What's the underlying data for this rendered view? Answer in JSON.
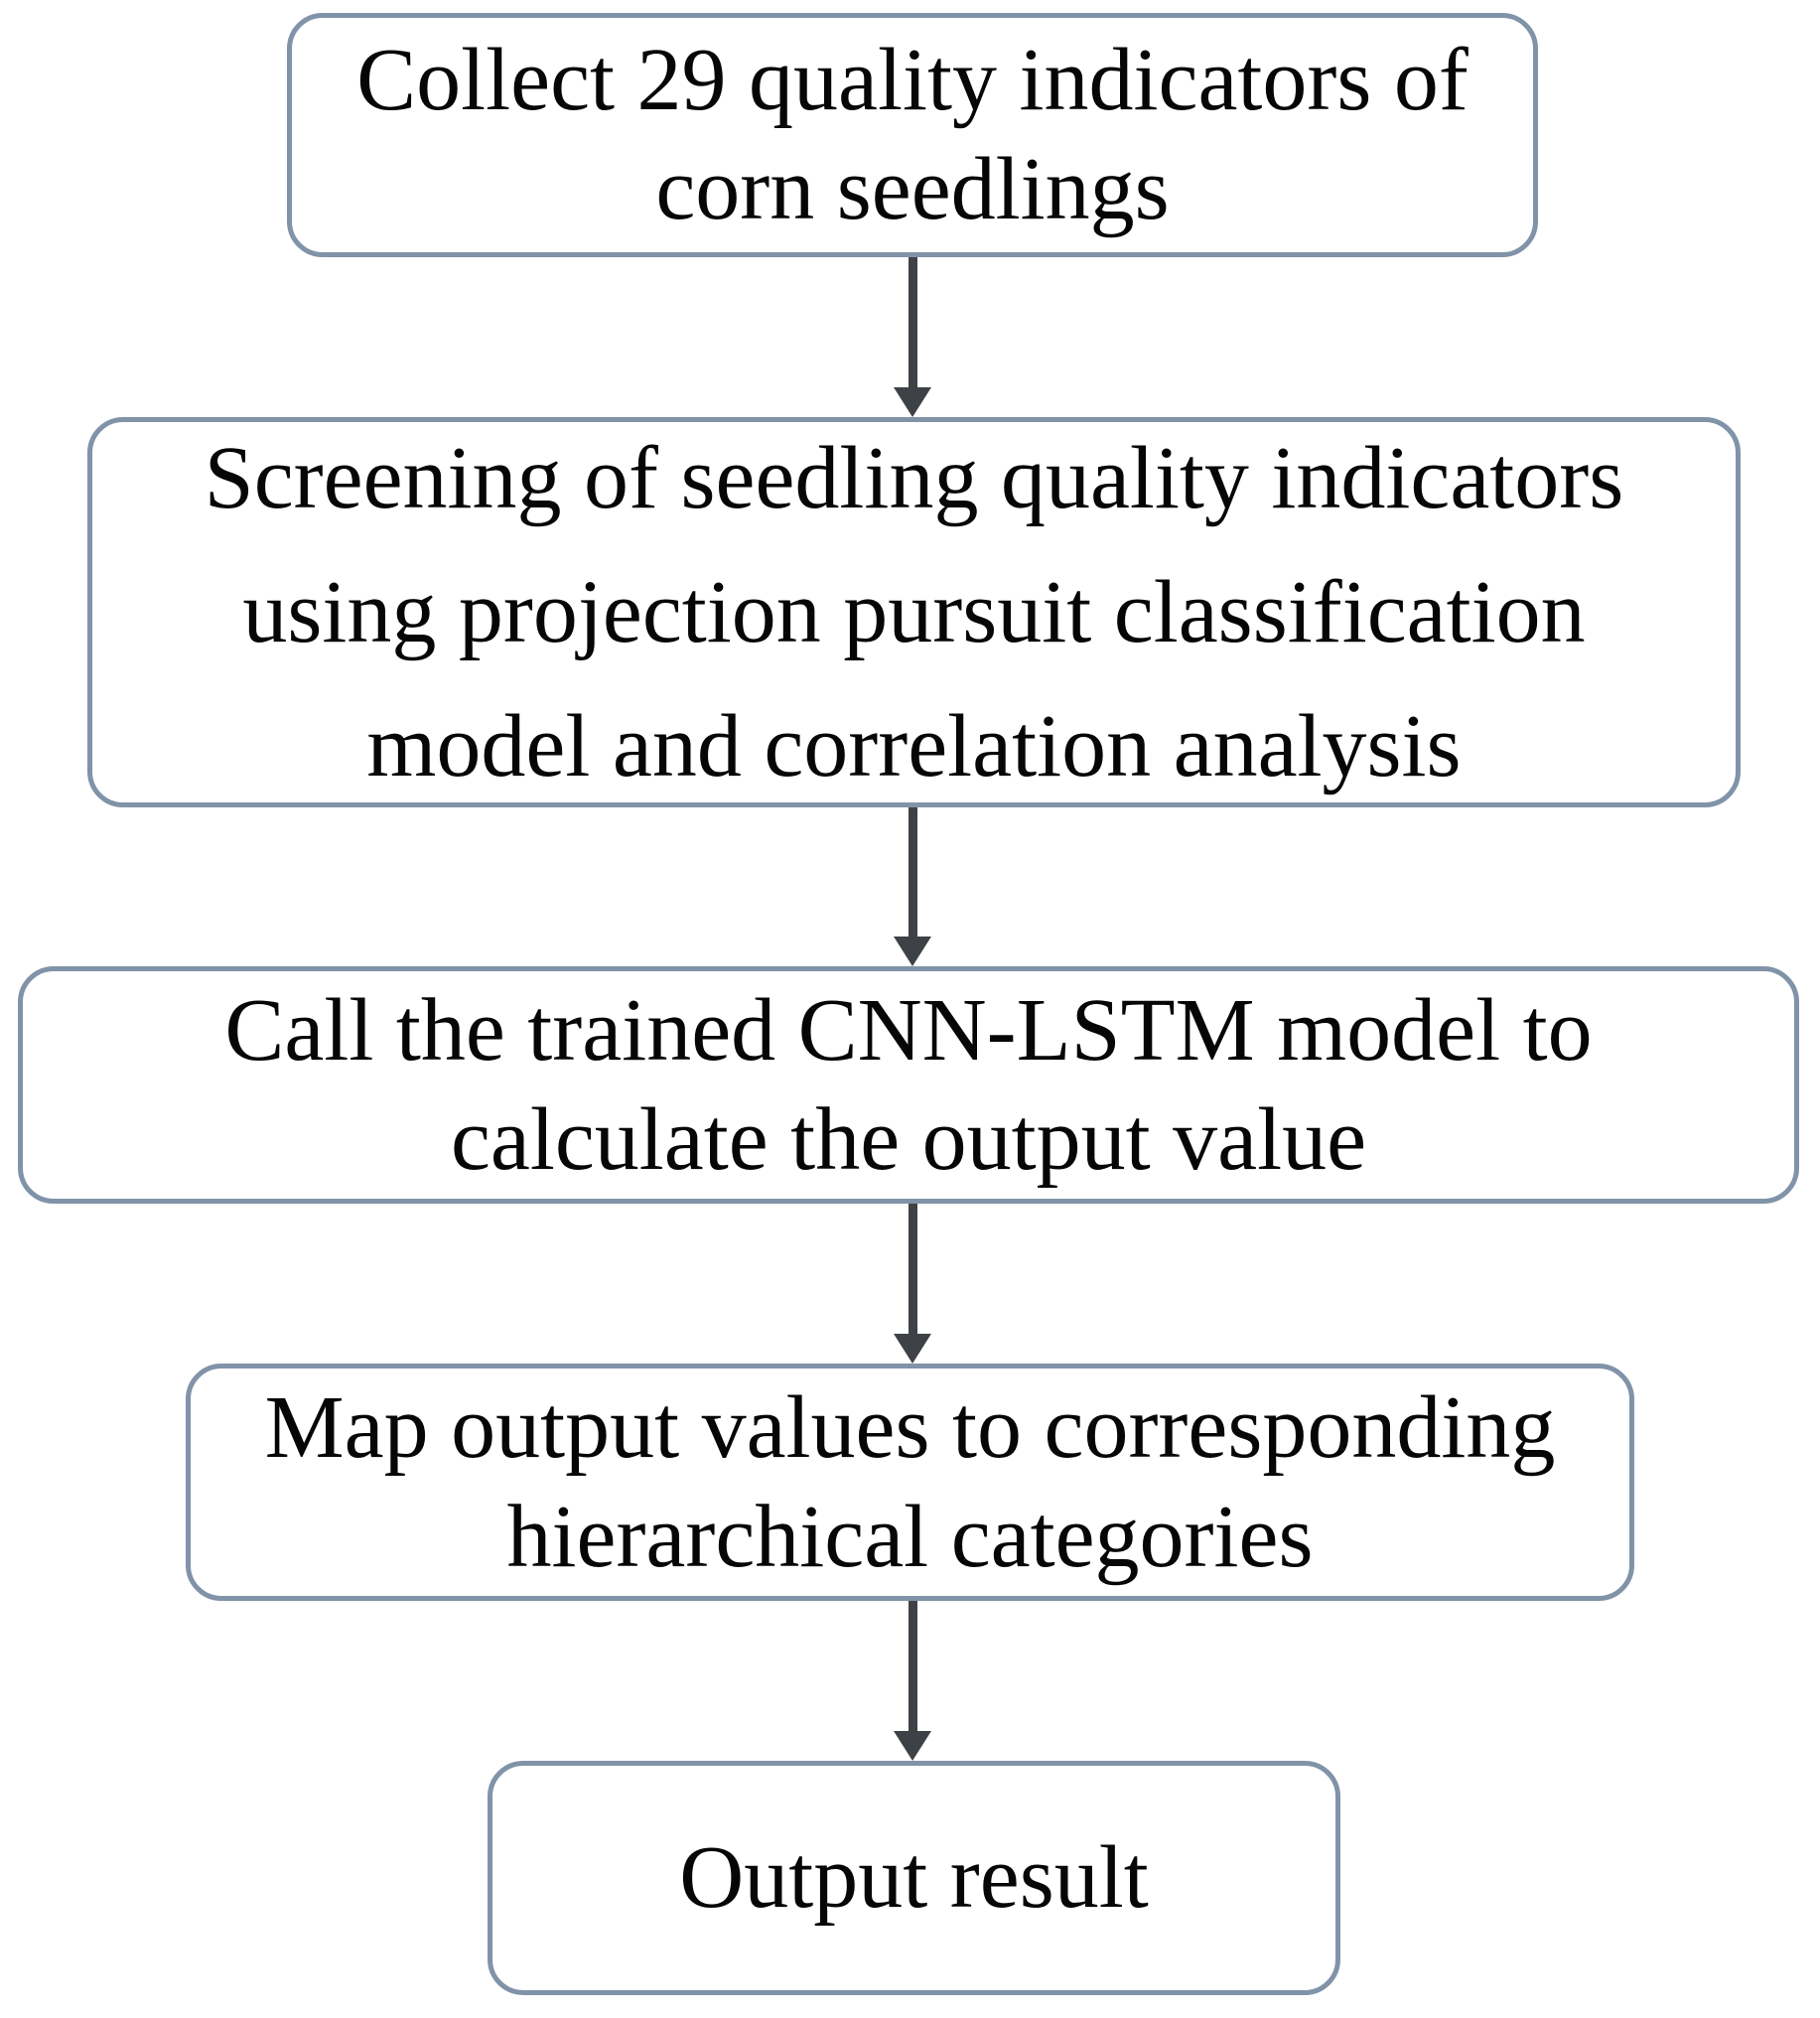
{
  "diagram": {
    "type": "flowchart",
    "direction": "top-down",
    "steps": [
      {
        "id": "collect-indicators",
        "lines": [
          "Collect 29 quality indicators of",
          "corn seedlings"
        ]
      },
      {
        "id": "screening-indicators",
        "lines": [
          "Screening of seedling quality indicators",
          "using projection pursuit classification",
          "model and correlation analysis"
        ]
      },
      {
        "id": "cnn-lstm-model",
        "lines": [
          "Call the trained CNN-LSTM model to",
          "calculate the output value"
        ]
      },
      {
        "id": "map-categories",
        "lines": [
          "Map output values to corresponding",
          "hierarchical categories"
        ]
      },
      {
        "id": "output-result",
        "lines": [
          "Output result"
        ]
      }
    ],
    "connectors": [
      {
        "from": "collect-indicators",
        "to": "screening-indicators",
        "type": "arrow-down"
      },
      {
        "from": "screening-indicators",
        "to": "cnn-lstm-model",
        "type": "arrow-down"
      },
      {
        "from": "cnn-lstm-model",
        "to": "map-categories",
        "type": "arrow-down"
      },
      {
        "from": "map-categories",
        "to": "output-result",
        "type": "arrow-down"
      }
    ],
    "colors": {
      "box_border": "#8093a8",
      "arrow": "#3e4246",
      "text": "#060606",
      "background": "#ffffff"
    }
  }
}
